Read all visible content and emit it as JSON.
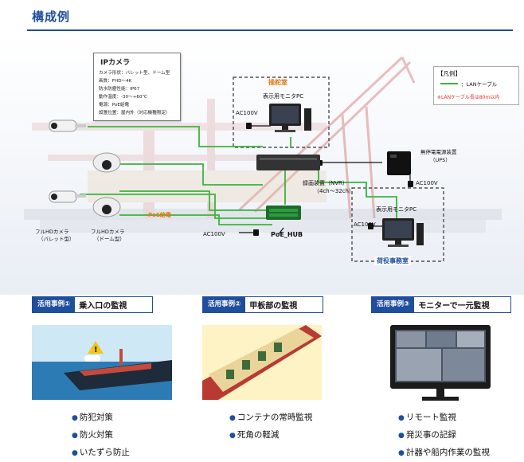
{
  "title": "構成例",
  "callout": {
    "title": "IPカメラ",
    "lines": [
      "カメラ形状：バレット型、ドーム型",
      "画質：FHD～4K",
      "防水防塵性能：IP67",
      "動作温度：-30～+60℃",
      "電源：PoE給電",
      "設置位置：屋内外（対応機種限定）"
    ]
  },
  "legend": {
    "title": "【凡例】",
    "item": "：LANケーブル",
    "note": "※LANケーブル長は80m以内"
  },
  "zones": {
    "bridge": "操舵室",
    "office": "荷役事務室"
  },
  "devices": {
    "monitor_bridge": "表示用モニタPC",
    "monitor_office": "表示用モニタPC",
    "ac100v_bridge": "AC100V",
    "ac100v_office": "AC100V",
    "ac100v_nvr": "AC100V",
    "ac100v_hub": "AC100V",
    "ups": "無停電電源装置",
    "ups_sub": "（UPS）",
    "nvr": "録画装置（NVR）",
    "nvr_sub": "（4ch～32ch）",
    "hub": "PoE_HUB",
    "poe_label": "PoE給電",
    "cam_bullet": "フルHDカメラ",
    "cam_bullet_sub": "（バレット型）",
    "cam_dome": "フルHDカメラ",
    "cam_dome_sub": "（ドーム型）"
  },
  "cases": [
    {
      "tag": "活用事例①",
      "caption": "乗入口の監視",
      "bullets": [
        "防犯対策",
        "防火対策",
        "いたずら防止"
      ]
    },
    {
      "tag": "活用事例②",
      "caption": "甲板部の監視",
      "bullets": [
        "コンテナの常時監視",
        "死角の軽減"
      ]
    },
    {
      "tag": "活用事例③",
      "caption": "モニターで一元監視",
      "bullets": [
        "リモート監視",
        "発災事の記録",
        "計器や船内作業の監視"
      ]
    }
  ],
  "colors": {
    "accent": "#1f4e9c",
    "lan": "#3cb43c",
    "warning": "#e0302e",
    "zone_label": "#e07b1a"
  }
}
